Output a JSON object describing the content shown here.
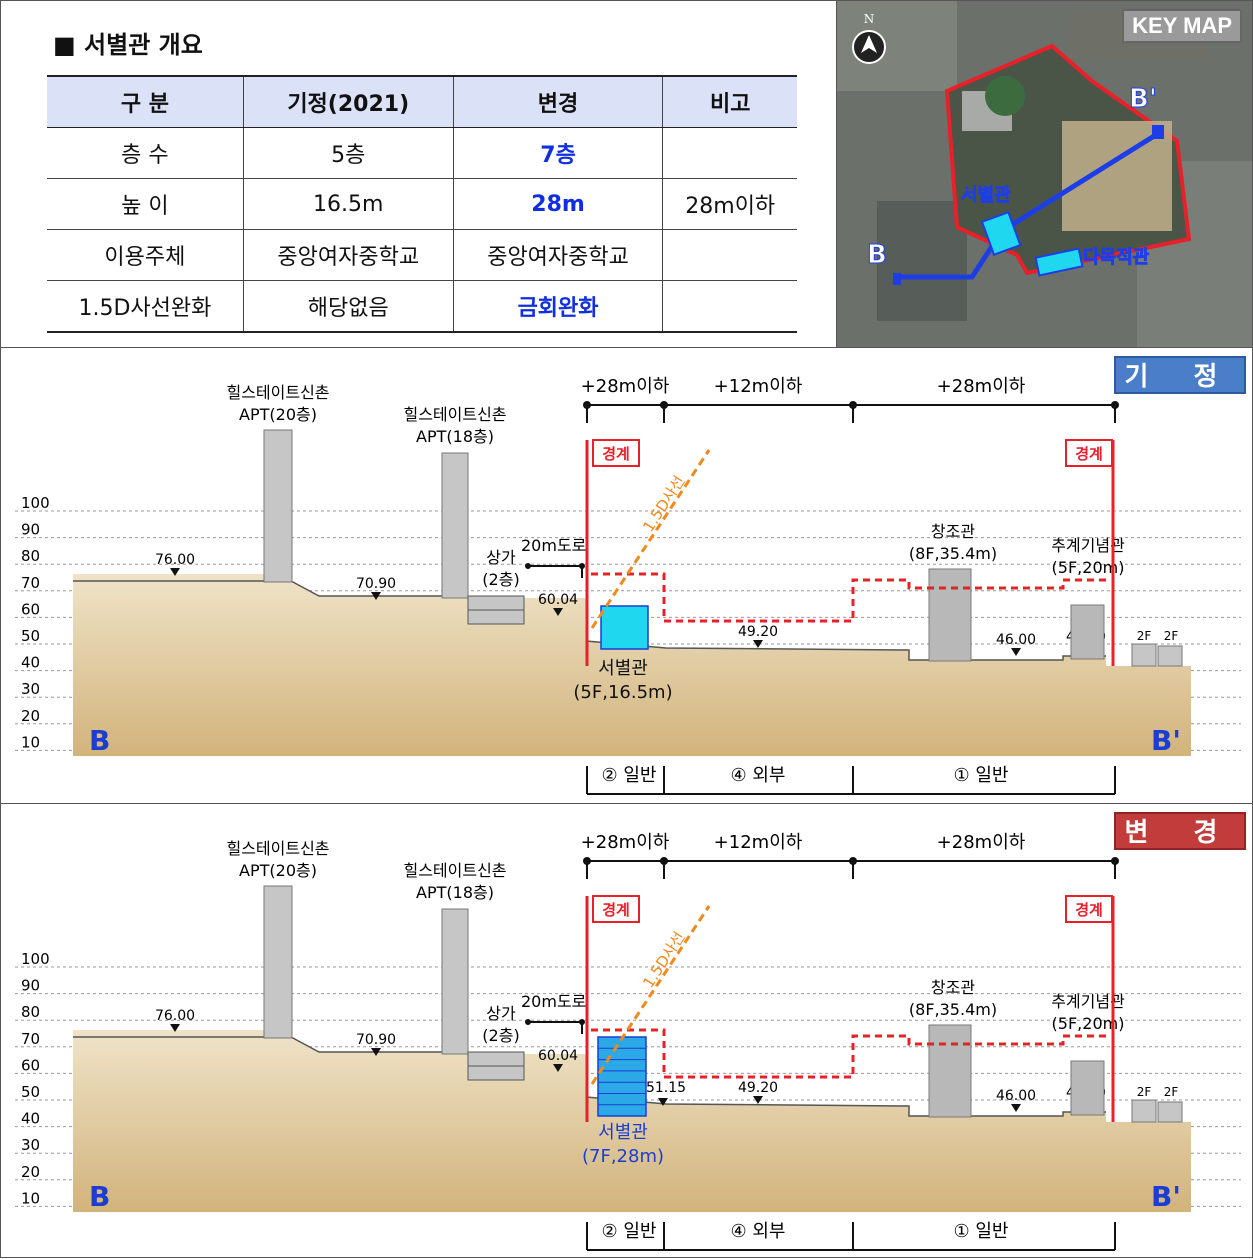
{
  "overview": {
    "heading": "■ 서별관 개요",
    "headers": [
      "구 분",
      "기정(2021)",
      "변경",
      "비고"
    ],
    "rows": [
      [
        "층 수",
        "5층",
        "7층",
        ""
      ],
      [
        "높 이",
        "16.5m",
        "28m",
        "28m이하"
      ],
      [
        "이용주체",
        "중앙여자중학교",
        "중앙여자중학교",
        ""
      ],
      [
        "1.5D사선완화",
        "해당없음",
        "금회완화",
        ""
      ]
    ]
  },
  "keymap": {
    "title": "KEY MAP",
    "north": "N",
    "labels": {
      "b": "B",
      "b_prime": "B'",
      "seobyeolgwan": "서별관",
      "damokjeokgwan": "다목적관"
    }
  },
  "sections": {
    "existing": {
      "badge": "기 정",
      "building_label": "서별관",
      "building_spec": "(5F,16.5m)",
      "extra_elevation": ""
    },
    "changed": {
      "badge": "변 경",
      "building_label": "서별관",
      "building_spec": "(7F,28m)",
      "extra_elevation": "51.15"
    }
  },
  "common": {
    "y_ticks": [
      "100",
      "90",
      "80",
      "70",
      "60",
      "50",
      "40",
      "30",
      "20",
      "10"
    ],
    "height_limits": [
      "+28m이하",
      "+12m이하",
      "+28m이하"
    ],
    "zones": [
      "② 일반",
      "④ 외부",
      "① 일반"
    ],
    "boundary": "경계",
    "sightline": "1.5D사선",
    "road": "20m도로",
    "apt1": [
      "힐스테이트신촌",
      "APT(20층)"
    ],
    "apt2": [
      "힐스테이트신촌",
      "APT(18층)"
    ],
    "shop": [
      "상가",
      "(2층)"
    ],
    "changjo": [
      "창조관",
      "(8F,35.4m)"
    ],
    "chugye": [
      "추계기념관",
      "(5F,20m)"
    ],
    "elevations": [
      "76.00",
      "70.90",
      "60.04",
      "49.20",
      "46.00",
      "46.00",
      "47.50"
    ],
    "small_bldg": "2F",
    "b": "B",
    "b_prime": "B'"
  },
  "colors": {
    "ground_top": "#efe3c8",
    "ground_bottom": "#d2b37c",
    "limit_line": "#e8202a",
    "sightline": "#f08a1e",
    "building_existing": "#1fd8f0",
    "building_changed": "#2aa9e6"
  }
}
